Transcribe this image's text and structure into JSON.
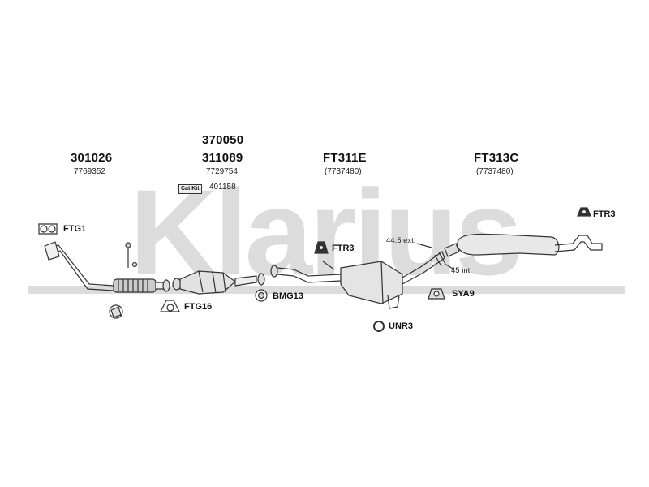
{
  "watermark": "Klarius",
  "parts": {
    "p1": {
      "main": "301026",
      "sub": "7769352"
    },
    "p2": {
      "main_top": "370050",
      "main": "311089",
      "sub": "7729754",
      "catkit_label": "Cat Kit",
      "catkit_value": "401158"
    },
    "p3": {
      "main": "FT311E",
      "sub": "(7737480)"
    },
    "p4": {
      "main": "FT313C",
      "sub": "(7737480)"
    }
  },
  "fittings": {
    "ftg1": "FTG1",
    "ftg16": "FTG16",
    "bmg13": "BMG13",
    "ftr3_mid": "FTR3",
    "ftr3_right": "FTR3",
    "unr3": "UNR3",
    "sya9": "SYA9"
  },
  "annotations": {
    "ext": "44.5 ext.",
    "int": "45 int."
  },
  "colors": {
    "watermark": "#d9d9d9",
    "line": "#333333",
    "part_fill": "#e8e8e8"
  }
}
